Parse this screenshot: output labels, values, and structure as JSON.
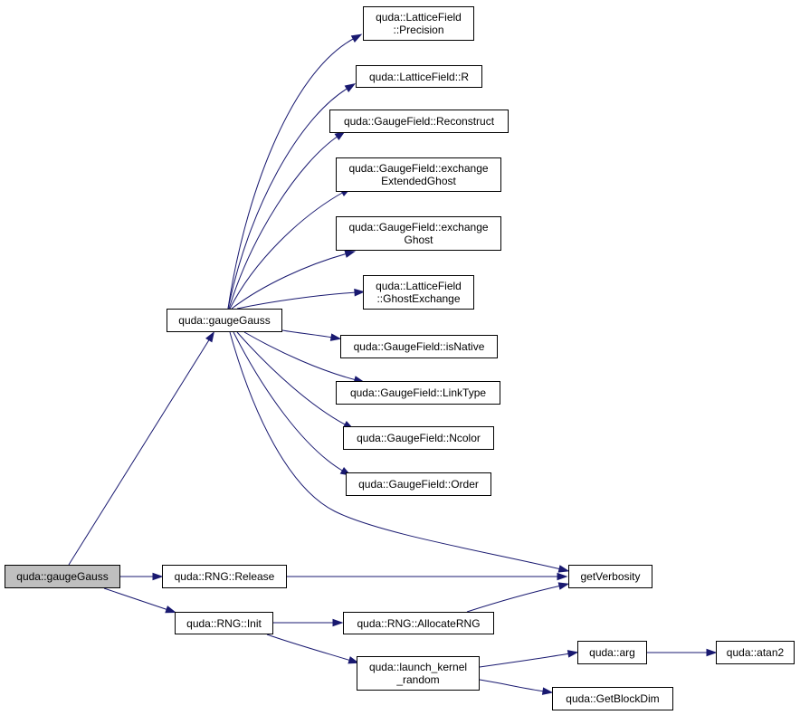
{
  "colors": {
    "edge": "#191970",
    "root_fill": "#bfbfbf",
    "node_fill": "#ffffff",
    "border": "#000000"
  },
  "nodes": {
    "gaugeGauss_root": [
      "quda::gaugeGauss"
    ],
    "gaugeGauss_impl": [
      "quda::gaugeGauss"
    ],
    "lf_precision": [
      "quda::LatticeField",
      "::Precision"
    ],
    "lf_r": [
      "quda::LatticeField::R"
    ],
    "gf_reconstruct": [
      "quda::GaugeField::Reconstruct"
    ],
    "gf_exchange_extended": [
      "quda::GaugeField::exchange",
      "ExtendedGhost"
    ],
    "gf_exchange_ghost": [
      "quda::GaugeField::exchange",
      "Ghost"
    ],
    "lf_ghostexchange": [
      "quda::LatticeField",
      "::GhostExchange"
    ],
    "gf_isnative": [
      "quda::GaugeField::isNative"
    ],
    "gf_linktype": [
      "quda::GaugeField::LinkType"
    ],
    "gf_ncolor": [
      "quda::GaugeField::Ncolor"
    ],
    "gf_order": [
      "quda::GaugeField::Order"
    ],
    "rng_release": [
      "quda::RNG::Release"
    ],
    "rng_init": [
      "quda::RNG::Init"
    ],
    "rng_allocate": [
      "quda::RNG::AllocateRNG"
    ],
    "launch_kernel_random": [
      "quda::launch_kernel",
      "_random"
    ],
    "get_verbosity": [
      "getVerbosity"
    ],
    "quda_arg": [
      "quda::arg"
    ],
    "quda_atan2": [
      "quda::atan2"
    ],
    "get_block_dim": [
      "quda::GetBlockDim"
    ]
  }
}
